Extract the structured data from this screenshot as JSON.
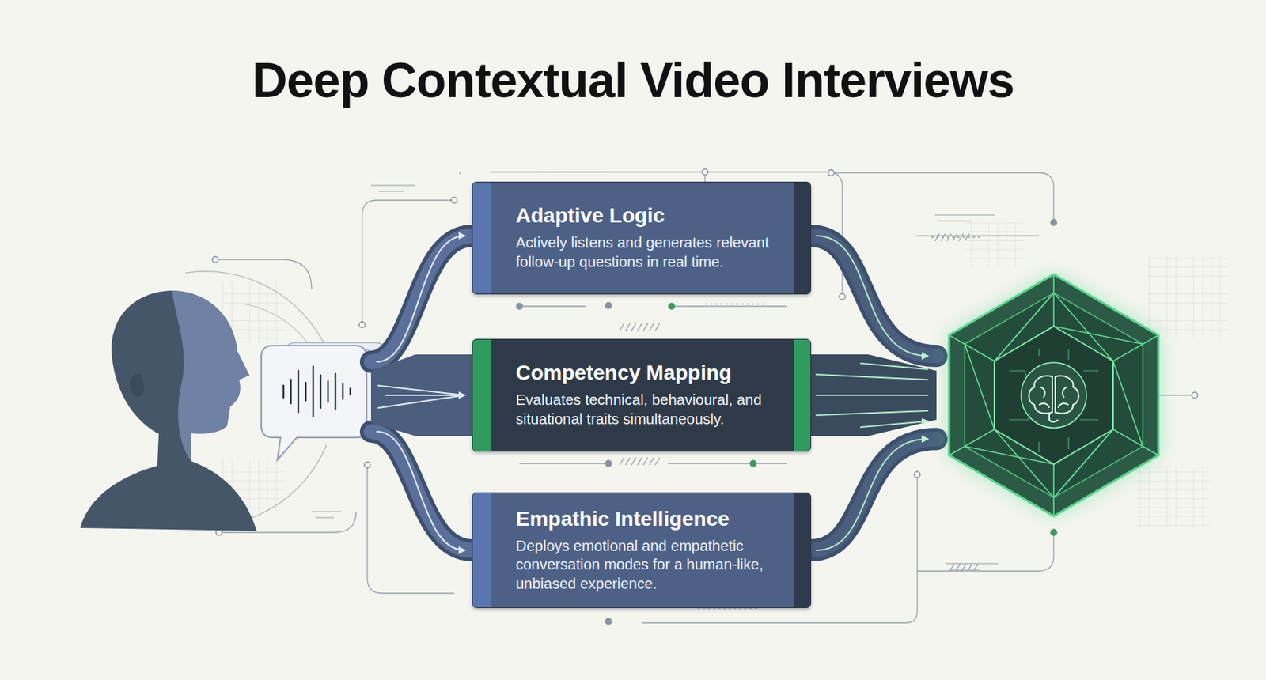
{
  "diagram": {
    "title": "Deep Contextual Video Interviews",
    "nodes": [
      {
        "text": [
          "Adaptive Logic",
          "Actively listens and generates relevant follow-up questions in real time."
        ]
      },
      {
        "text": [
          "Competency Mapping",
          "Evaluates technical, behavioural, and situational traits simultaneously."
        ]
      },
      {
        "text": [
          "Empathic Intelligence",
          "Deploys emotional and empathetic conversation modes for a human-like, unbiased experience."
        ]
      }
    ]
  }
}
